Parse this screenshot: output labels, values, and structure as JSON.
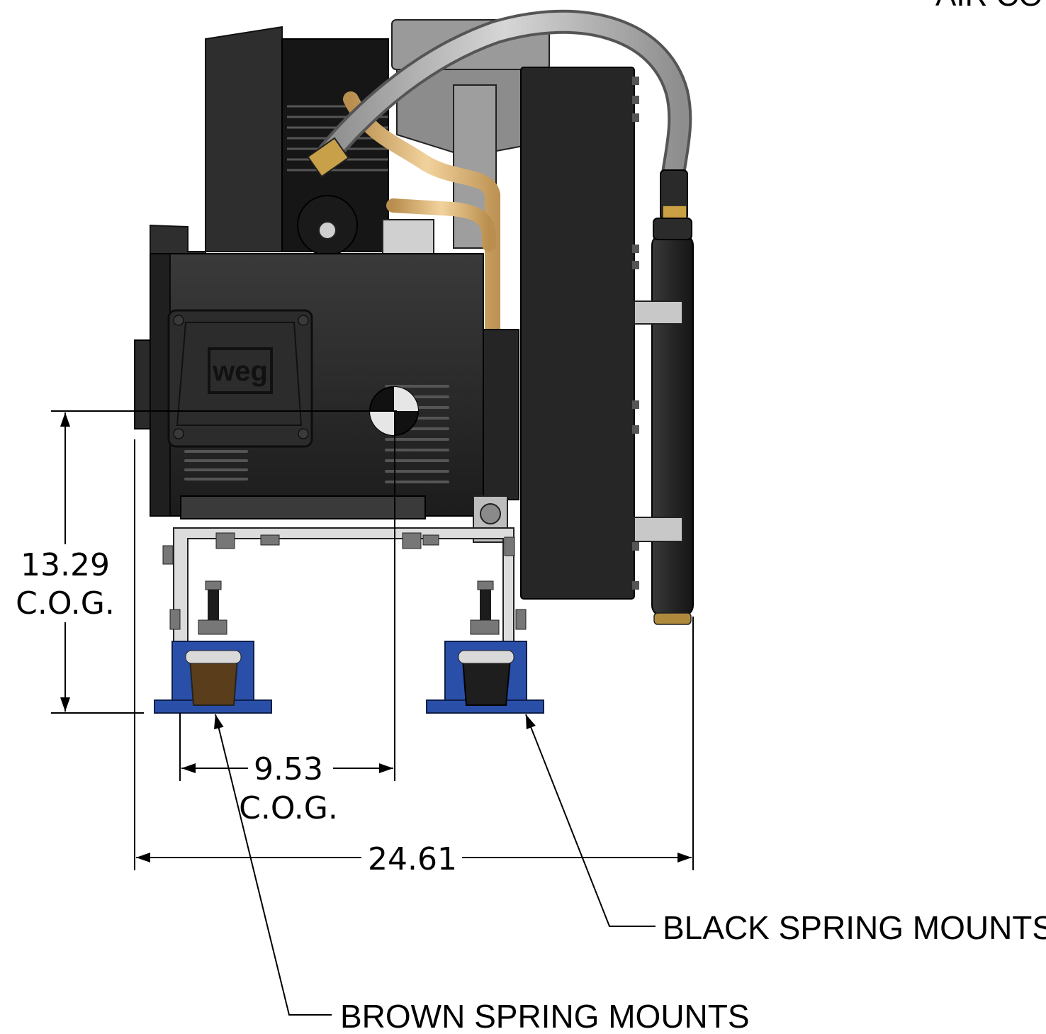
{
  "header": {
    "partial_title": "AIR CO"
  },
  "motor": {
    "brand": "weg"
  },
  "dimensions": {
    "height_cog": {
      "value": "13.29",
      "suffix": "C.O.G."
    },
    "width_cog": {
      "value": "9.53",
      "suffix": "C.O.G."
    },
    "overall_width": {
      "value": "24.61"
    }
  },
  "callouts": {
    "black_mounts": "BLACK SPRING MOUNTS",
    "brown_mounts": "BROWN SPRING MOUNTS"
  },
  "colors": {
    "motor_body": "#2b2b2b",
    "mount_base": "#2a4fa8",
    "brown_spring": "#5a3d1a",
    "black_spring": "#1e1e1e",
    "copper_pipe": "#e0b878",
    "hose": "#b8b8b8",
    "frame": "#d9d9d9"
  }
}
